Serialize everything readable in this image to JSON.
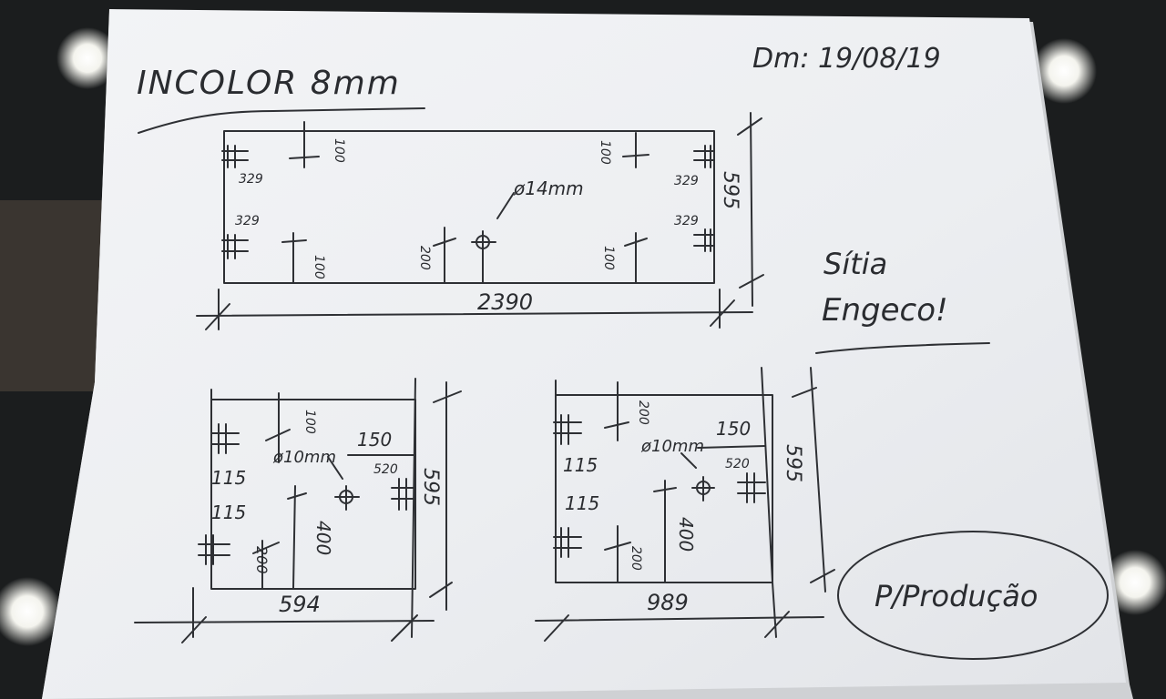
{
  "header": {
    "material": "INCOLOR 8mm",
    "date": "Dm: 19/08/19"
  },
  "customer": {
    "name_line1": "Sítia",
    "name_line2": "Engeco!"
  },
  "stamp": "P/Produção",
  "drawing_top": {
    "width": "2390",
    "height": "595",
    "hole_diameter": "ø14mm",
    "left_spacing_top": "329",
    "left_spacing_bottom": "329",
    "right_spacing_top": "329",
    "right_spacing_bottom": "329",
    "offset_top_left": "100",
    "offset_top_right": "100",
    "offset_bottom_left": "100",
    "offset_center": "200",
    "offset_bottom_right": "100"
  },
  "drawing_left": {
    "width": "594",
    "height": "595",
    "hole_diameter": "ø10mm",
    "offset_top": "100",
    "hinge_gap": "150",
    "hole_height": "520",
    "spacing_1": "115",
    "spacing_2": "115",
    "offset_bottom": "200",
    "vertical": "400"
  },
  "drawing_right": {
    "width": "989",
    "height": "595",
    "hole_diameter": "ø10mm",
    "offset_top": "200",
    "hinge_gap": "150",
    "hole_height": "520",
    "spacing_1": "115",
    "spacing_2": "115",
    "offset_bottom": "200",
    "vertical": "400"
  }
}
